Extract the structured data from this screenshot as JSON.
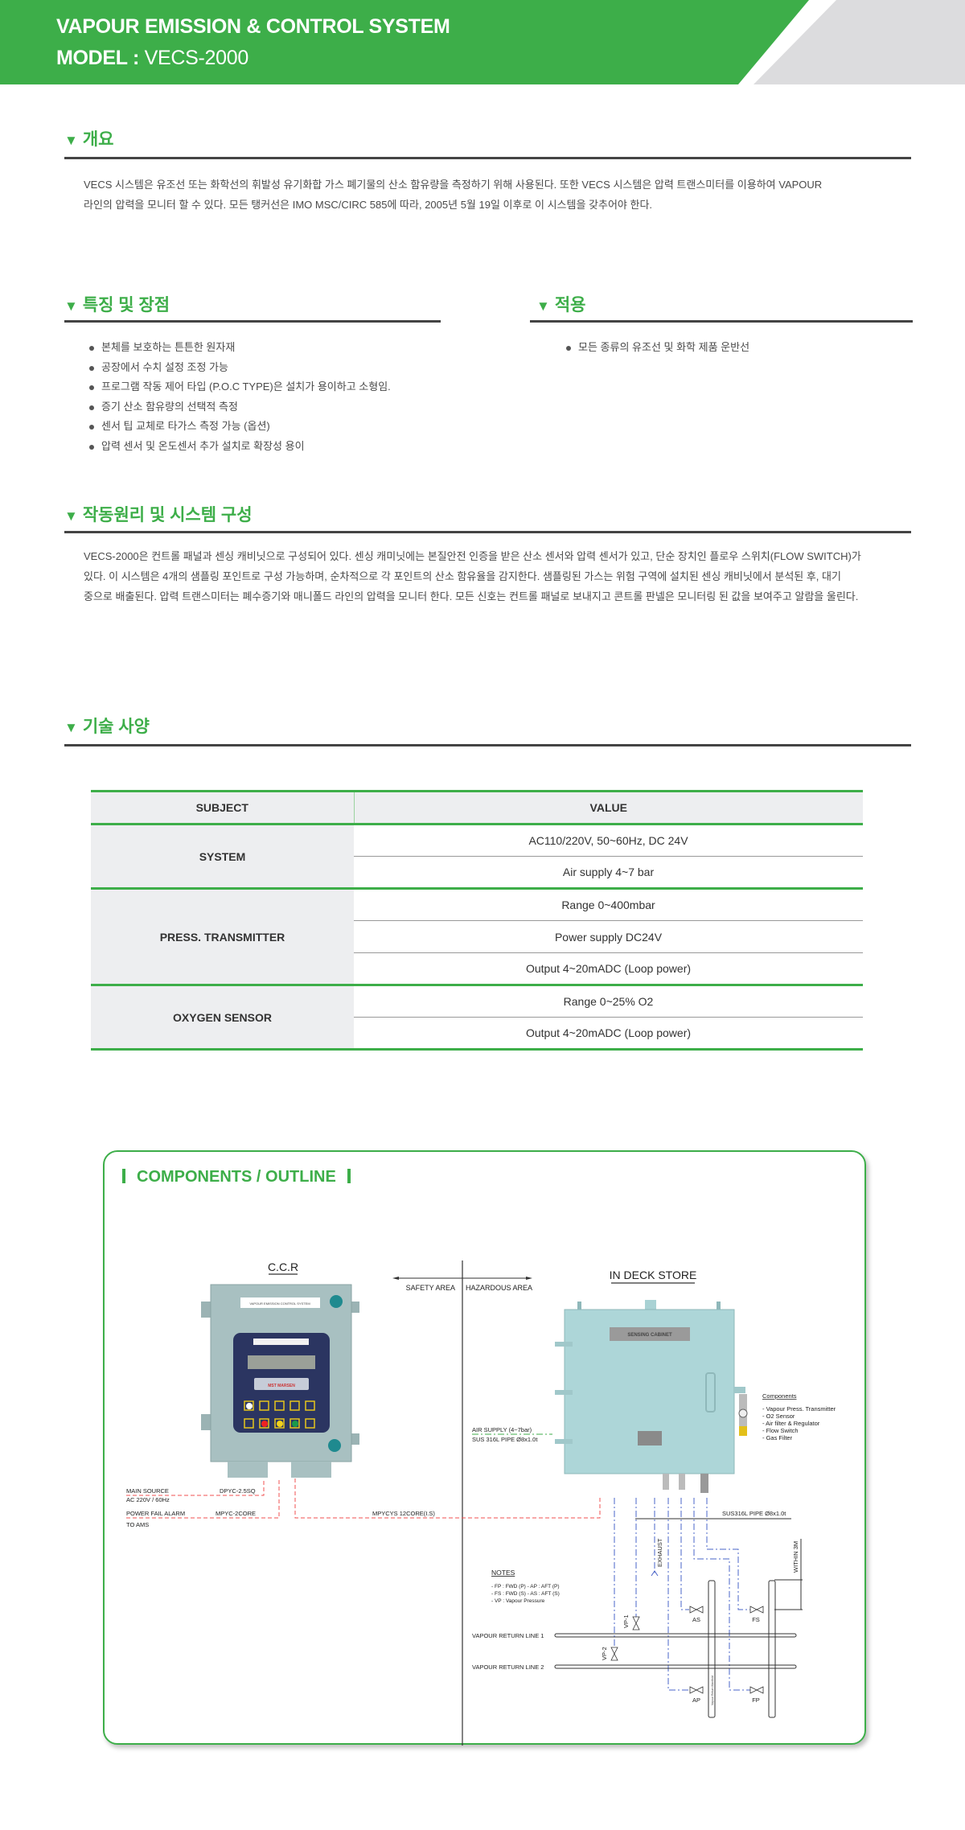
{
  "header": {
    "title": "VAPOUR EMISSION & CONTROL SYSTEM",
    "model_label": "MODEL :",
    "model_value": "VECS-2000"
  },
  "colors": {
    "brand_green": "#3dae49",
    "header_gray": "#dcdcde",
    "rule": "#444444"
  },
  "overview": {
    "heading": "개요",
    "lines": [
      "VECS 시스템은 유조선 또는 화학선의 휘발성 유기화합 가스 폐기물의 산소 함유량을 측정하기 위해 사용된다. 또한 VECS 시스템은 압력 트랜스미터를 이용하여 VAPOUR",
      "라인의 압력을 모니터 할 수 있다. 모든 탱커선은 IMO MSC/CIRC 585에 따라, 2005년 5월 19일 이후로 이 시스템을 갖추어야 한다."
    ]
  },
  "features": {
    "heading": "특징 및 장점",
    "items": [
      "본체를 보호하는 튼튼한 원자재",
      "공장에서 수치 설정 조정 가능",
      "프로그램 작동 제어 타입 (P.O.C TYPE)은 설치가 용이하고 소형임.",
      "증기 산소 함유량의 선택적 측정",
      "센서 팁 교체로 타가스 측정 가능 (옵션)",
      "압력 센서 및 온도센서 추가 설치로 확장성 용이"
    ]
  },
  "application": {
    "heading": "적용",
    "items": [
      "모든 종류의 유조선 및 화학 제품 운반선"
    ]
  },
  "principle": {
    "heading": "작동원리 및 시스템 구성",
    "lines": [
      "VECS-2000은 컨트롤 패널과 센싱 캐비닛으로 구성되어 있다. 센싱 캐미닛에는 본질안전 인증을 받은 산소 센서와 압력 센서가 있고, 단순 장치인 플로우 스위치(FLOW SWITCH)가",
      "있다.  이 시스템은 4개의 샘플링 포인트로 구성 가능하며, 순차적으로 각 포인트의 산소 함유율을 감지한다.  샘플링된 가스는 위험 구역에 설치된 센싱 캐비닛에서 분석된 후, 대기",
      "중으로 배출된다. 압력 트랜스미터는 폐수증기와 매니폴드 라인의 압력을 모니터 한다. 모든 신호는 컨트롤 패널로 보내지고 콘트롤 판넬은 모니터링 된 값을 보여주고 알람을 울린다."
    ]
  },
  "specs": {
    "heading": "기술 사양",
    "columns": [
      "SUBJECT",
      "VALUE"
    ],
    "groups": [
      {
        "subject": "SYSTEM",
        "values": [
          "AC110/220V, 50~60Hz, DC 24V",
          "Air supply 4~7 bar"
        ]
      },
      {
        "subject": "PRESS. TRANSMITTER",
        "values": [
          "Range 0~400mbar",
          "Power supply DC24V",
          "Output 4~20mADC (Loop power)"
        ]
      },
      {
        "subject": "OXYGEN SENSOR",
        "values": [
          "Range 0~25% O2",
          "Output 4~20mADC (Loop power)"
        ]
      }
    ]
  },
  "components": {
    "title": "COMPONENTS / OUTLINE",
    "ccr_label": "C.C.R",
    "deck_label": "IN DECK STORE",
    "safety_area": "SAFETY AREA",
    "hazardous_area": "HAZARDOUS AREA",
    "ccr_plate": "VAPOUR EMISSION CONTROL SYSTEM",
    "panel_brand": "MST MARSEN",
    "cabinet_plate": "SENSING CABINET",
    "main_source": "MAIN SOURCE",
    "main_source_spec": "AC 220V / 60Hz",
    "main_cable": "DPYC-2.5SQ",
    "alarm": "POWER FAIL ALARM",
    "alarm_to": "TO AMS",
    "alarm_cable": "MPYC-2CORE",
    "signal_cable": "MPYCYS 12CORE(I.S)",
    "air_supply": "AIR SUPPLY (4~7bar)",
    "air_pipe": "SUS 316L PIPE Ø8x1.0t",
    "pipe_spec": "SUS316L PIPE Ø8x1.0t",
    "exhaust": "EXHAUST",
    "within": "WITHIN 3M",
    "comp_heading": "Components",
    "comp_items": [
      "- Vapour Press. Transmitter",
      "- O2 Sensor",
      "- Air filter & Regulator",
      "- Flow Switch",
      "- Gas Filter"
    ],
    "notes_heading": "NOTES",
    "notes": [
      "- FP : FWD (P)    - AP : AFT (P)",
      "- FS : FWD (S)    - AS : AFT (S)",
      "- VP : Vapour Pressure"
    ],
    "return1": "VAPOUR RETURN LINE 1",
    "return2": "VAPOUR RETURN LINE 2",
    "manifold": "Vapour Return Manifold",
    "vp1": "VP-1",
    "vp2": "VP-2",
    "as": "AS",
    "fs": "FS",
    "ap": "AP",
    "fp": "FP"
  }
}
